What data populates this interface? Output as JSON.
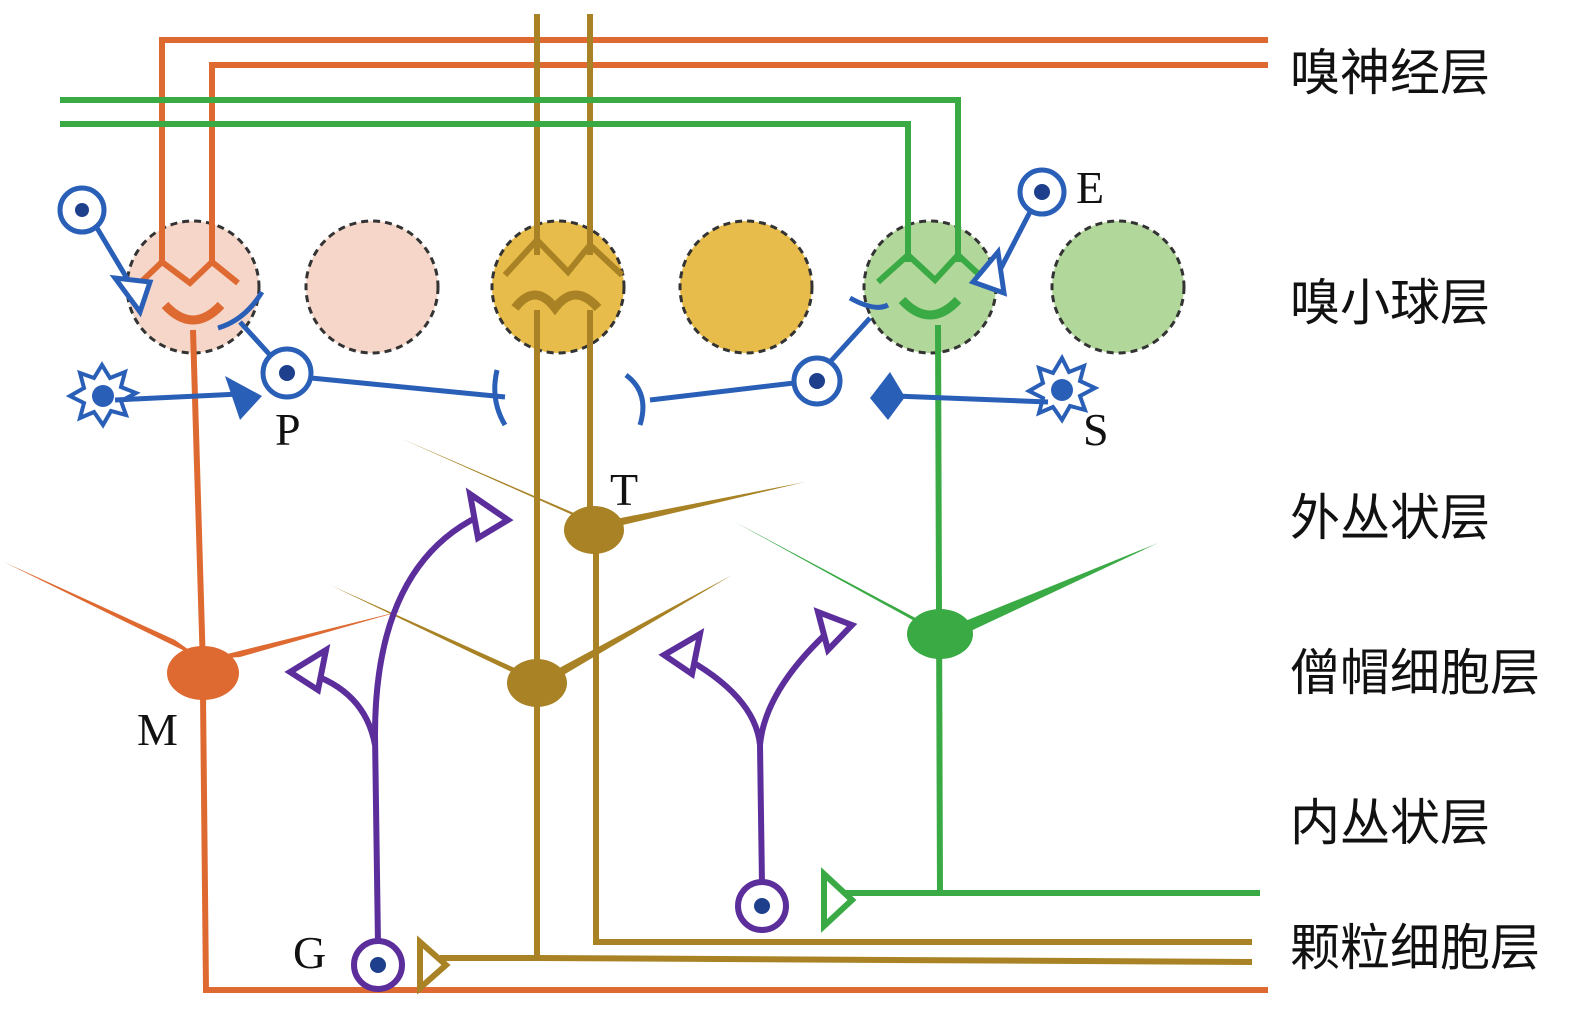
{
  "layers": [
    {
      "id": "onl",
      "label": "嗅神经层"
    },
    {
      "id": "gl",
      "label": "嗅小球层"
    },
    {
      "id": "epl",
      "label": "外丛状层"
    },
    {
      "id": "mcl",
      "label": "僧帽细胞层"
    },
    {
      "id": "ipl",
      "label": "内丛状层"
    },
    {
      "id": "gcl",
      "label": "颗粒细胞层"
    }
  ],
  "cells": {
    "mitral": "M",
    "tufted": "T",
    "granule": "G",
    "periglomerular": "P",
    "external_tufted": "E",
    "short_axon": "S"
  },
  "colors": {
    "mitral": "#de6a32",
    "tufted": "#a88224",
    "green": "#3aaa44",
    "blue": "#2a5fb8",
    "blue_dark": "#1d3f8c",
    "purple": "#5c2e9c",
    "glom_pink": "#f6d6c8",
    "glom_yellow": "#e8bc4a",
    "glom_green": "#b2d79b"
  }
}
